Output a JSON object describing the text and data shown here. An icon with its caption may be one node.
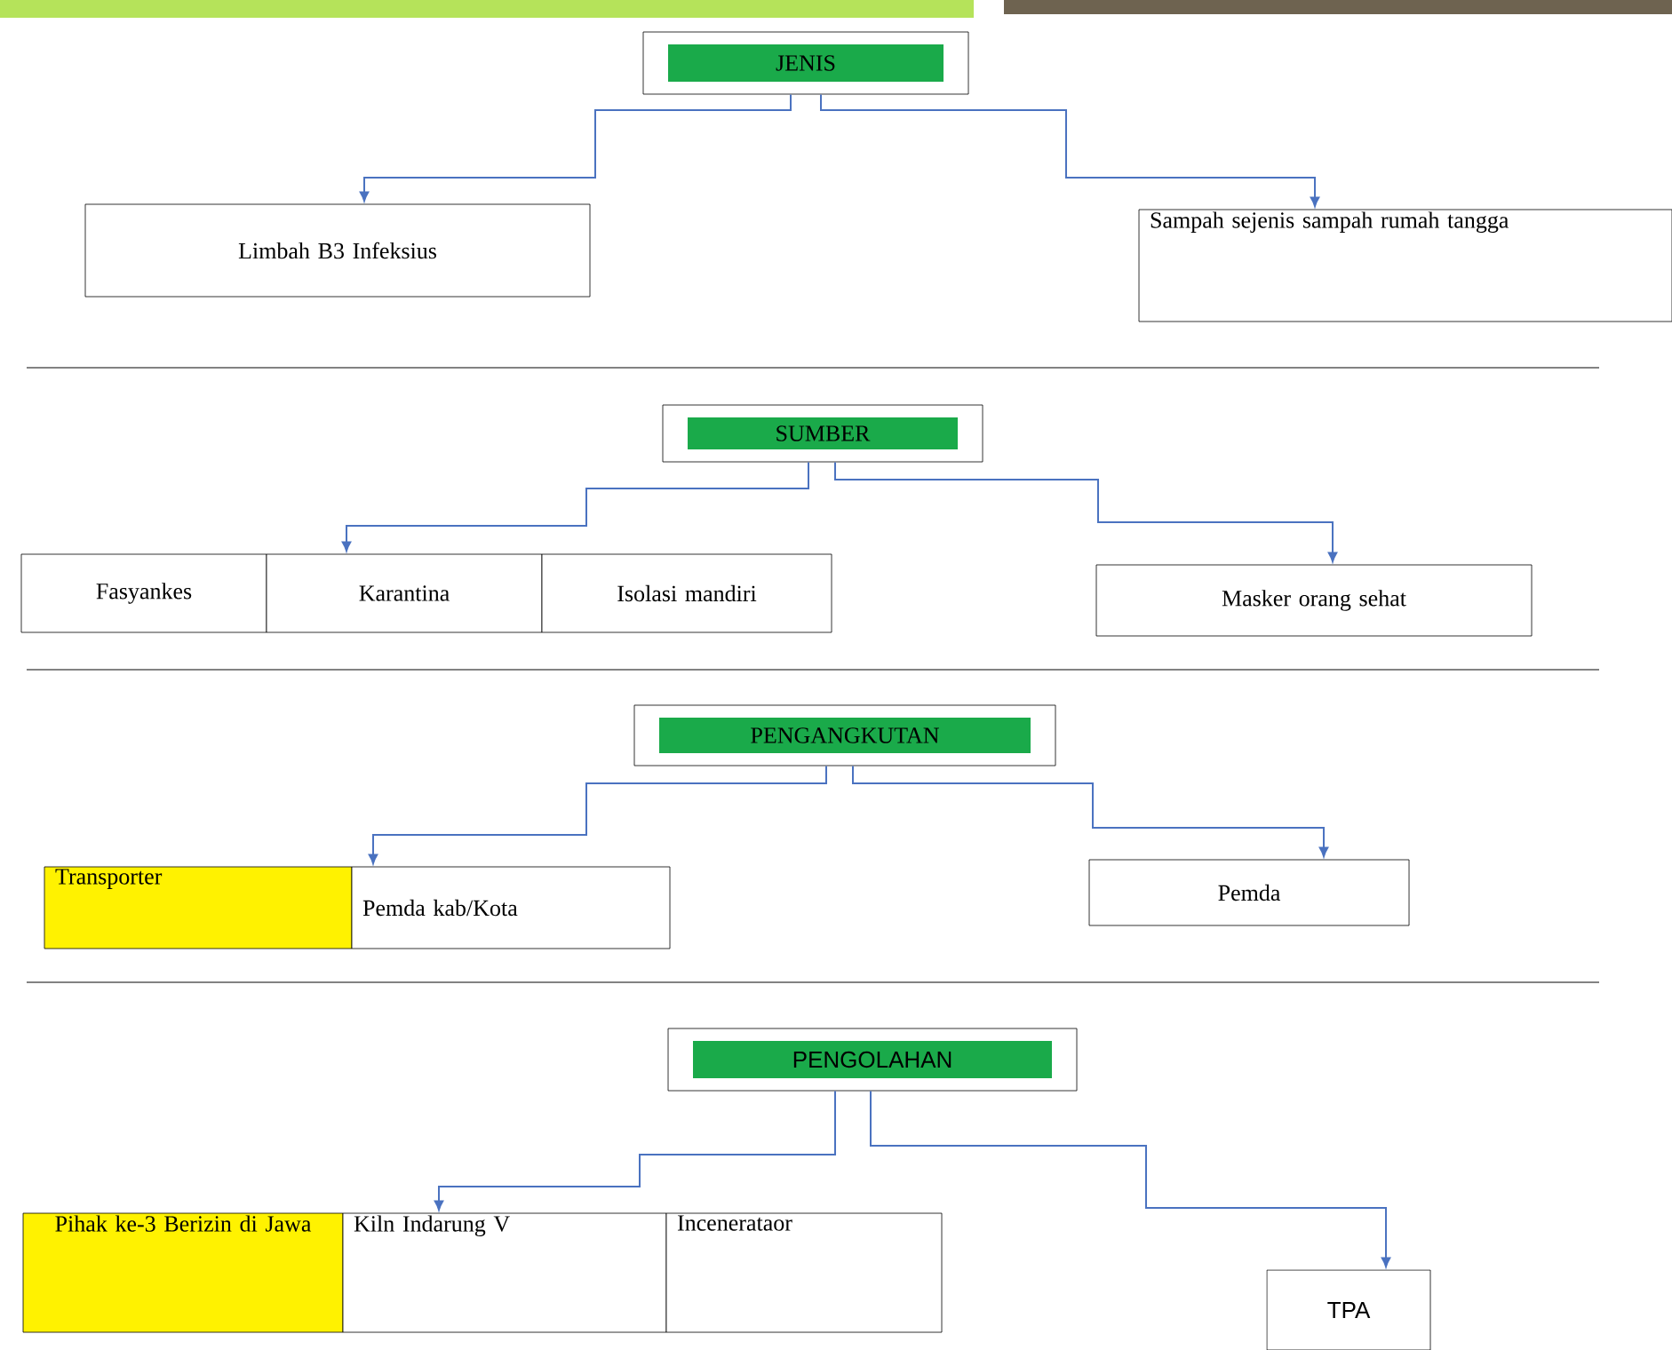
{
  "diagram": {
    "nodes": [
      {
        "text": [
          "JENIS"
        ]
      },
      {
        "text": [
          "Limbah B3 Infeksius"
        ]
      },
      {
        "text": [
          "Sampah sejenis sampah rumah tangga"
        ]
      },
      {
        "text": [
          "SUMBER"
        ]
      },
      {
        "text": [
          "Fasyankes"
        ]
      },
      {
        "text": [
          "Karantina"
        ]
      },
      {
        "text": [
          "Isolasi mandiri"
        ]
      },
      {
        "text": [
          "Masker orang sehat"
        ]
      },
      {
        "text": [
          "PENGANGKUTAN"
        ]
      },
      {
        "text": [
          "Transporter"
        ]
      },
      {
        "text": [
          "Pemda kab/Kota"
        ]
      },
      {
        "text": [
          "Pemda"
        ]
      },
      {
        "text": [
          "PENGOLAHAN"
        ]
      },
      {
        "text": [
          "Pihak ke-3 Berizin di Jawa"
        ]
      },
      {
        "text": [
          "Kiln Indarung V"
        ]
      },
      {
        "text": [
          "Incenerataor"
        ]
      },
      {
        "text": [
          "TPA"
        ]
      }
    ],
    "edges": [
      {
        "from": 0,
        "to": 1,
        "arrow": "to"
      },
      {
        "from": 0,
        "to": 2,
        "arrow": "to"
      },
      {
        "from": 3,
        "to": 5,
        "arrow": "to"
      },
      {
        "from": 3,
        "to": 7,
        "arrow": "to"
      },
      {
        "from": 8,
        "to": 10,
        "arrow": "to"
      },
      {
        "from": 8,
        "to": 11,
        "arrow": "to"
      },
      {
        "from": 12,
        "to": 14,
        "arrow": "to"
      },
      {
        "from": 12,
        "to": 16,
        "arrow": "to"
      }
    ]
  }
}
